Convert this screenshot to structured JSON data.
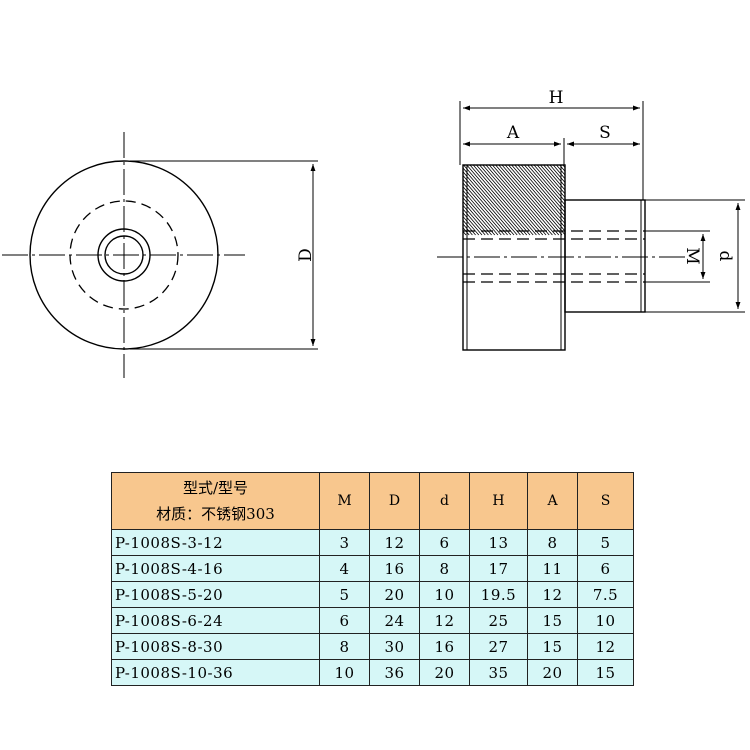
{
  "drawing": {
    "front_view": {
      "dimension_label": "D"
    },
    "side_view": {
      "dimension_labels": {
        "H": "H",
        "A": "A",
        "S": "S",
        "M": "M",
        "d": "d"
      }
    }
  },
  "table": {
    "header": {
      "model_label": "型式/型号",
      "material_label": "材质：不锈钢303",
      "columns": [
        "M",
        "D",
        "d",
        "H",
        "A",
        "S"
      ]
    },
    "rows": [
      {
        "model": "P-1008S-3-12",
        "values": [
          "3",
          "12",
          "6",
          "13",
          "8",
          "5"
        ]
      },
      {
        "model": "P-1008S-4-16",
        "values": [
          "4",
          "16",
          "8",
          "17",
          "11",
          "6"
        ]
      },
      {
        "model": "P-1008S-5-20",
        "values": [
          "5",
          "20",
          "10",
          "19.5",
          "12",
          "7.5"
        ]
      },
      {
        "model": "P-1008S-6-24",
        "values": [
          "6",
          "24",
          "12",
          "25",
          "15",
          "10"
        ]
      },
      {
        "model": "P-1008S-8-30",
        "values": [
          "8",
          "30",
          "16",
          "27",
          "15",
          "12"
        ]
      },
      {
        "model": "P-1008S-10-36",
        "values": [
          "10",
          "36",
          "20",
          "35",
          "20",
          "15"
        ]
      }
    ],
    "colors": {
      "header_bg": "#f8c78e",
      "body_bg": "#d6f7f7"
    }
  }
}
